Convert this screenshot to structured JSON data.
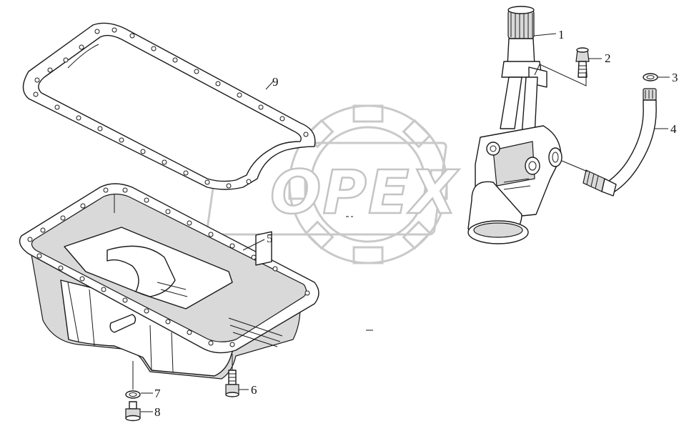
{
  "watermark": {
    "text": "OPEX"
  },
  "callouts": [
    {
      "id": "1",
      "label": "1"
    },
    {
      "id": "2",
      "label": "2"
    },
    {
      "id": "3",
      "label": "3"
    },
    {
      "id": "4",
      "label": "4"
    },
    {
      "id": "5",
      "label": "5"
    },
    {
      "id": "6",
      "label": "6"
    },
    {
      "id": "7",
      "label": "7"
    },
    {
      "id": "8",
      "label": "8"
    },
    {
      "id": "9",
      "label": "9"
    }
  ]
}
